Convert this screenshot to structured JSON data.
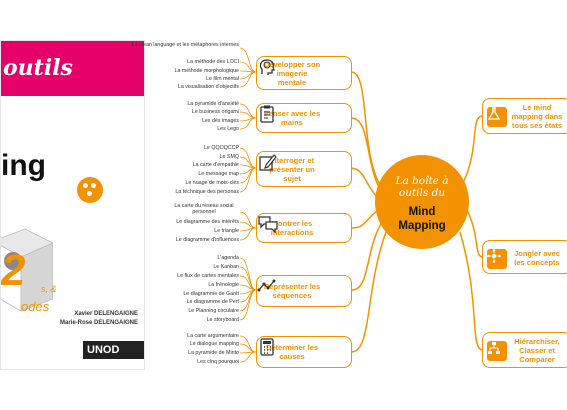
{
  "book": {
    "series": "outils",
    "word_fragment": "ing",
    "cover_number": "2",
    "cover_modes_fragment": "odes",
    "cover_small_fragment": "s, &",
    "authors": [
      "Xavier DELENGAIGNE",
      "Marie-Rose DELENGAIGNE"
    ],
    "publisher": "UNOD",
    "colors": {
      "band": "#e5006a",
      "accent": "#f39200"
    }
  },
  "mindmap": {
    "center": {
      "line1": "La boîte à",
      "line2": "outils",
      "line2_suffix": "du",
      "line3": "Mind",
      "line4": "Mapping"
    },
    "colors": {
      "accent": "#f39200"
    },
    "left_branches": [
      {
        "title": "Développer son imagerie mentale",
        "icon": "head-brain-icon",
        "items": [
          "Le clean language et les métaphores internes",
          "La méthode des LOCI",
          "La méthode morphologique",
          "Le film mental",
          "La visualisation d'objectifs"
        ]
      },
      {
        "title": "Penser avec les mains",
        "icon": "clipboard-icon",
        "items": [
          "La pyramide d'anxiété",
          "Le business origami",
          "Les dés imagés",
          "Les Lego"
        ]
      },
      {
        "title": "Interroger et présenter un sujet",
        "icon": "pencil-note-icon",
        "items": [
          "Le QQOQCCP",
          "Le SMQ",
          "La carte d'empathie",
          "Le message map",
          "Le nuage de mots-clés",
          "La technique des personas"
        ]
      },
      {
        "title": "Montrer les interactions",
        "icon": "speech-bubbles-icon",
        "items": [
          "La carte du réseau social personnel",
          "Le diagramme des intérêts",
          "Le triangle",
          "Le diagramme d'influences"
        ]
      },
      {
        "title": "Représenter les séquences",
        "icon": "timeline-icon",
        "items": [
          "L'agenda",
          "Le Kanban",
          "Le flux de cartes mentales",
          "La frénologie",
          "Le diagramme de Gantt",
          "Le diagramme de Pert",
          "Le Planning circulaire",
          "Le storyboard"
        ]
      },
      {
        "title": "Déterminer les causes",
        "icon": "calculator-icon",
        "items": [
          "La carte argumentaire",
          "Le dialogue mapping",
          "La pyramide de Minto",
          "Les cinq pourquoi"
        ]
      }
    ],
    "right_branches": [
      {
        "title": "Le mind mapping dans tous ses états",
        "icon": "flask-icon"
      },
      {
        "title": "Jongler avec les concepts",
        "icon": "network-icon"
      },
      {
        "title": "Hiérarchiser, Classer et Comparer",
        "icon": "hierarchy-icon"
      }
    ]
  }
}
